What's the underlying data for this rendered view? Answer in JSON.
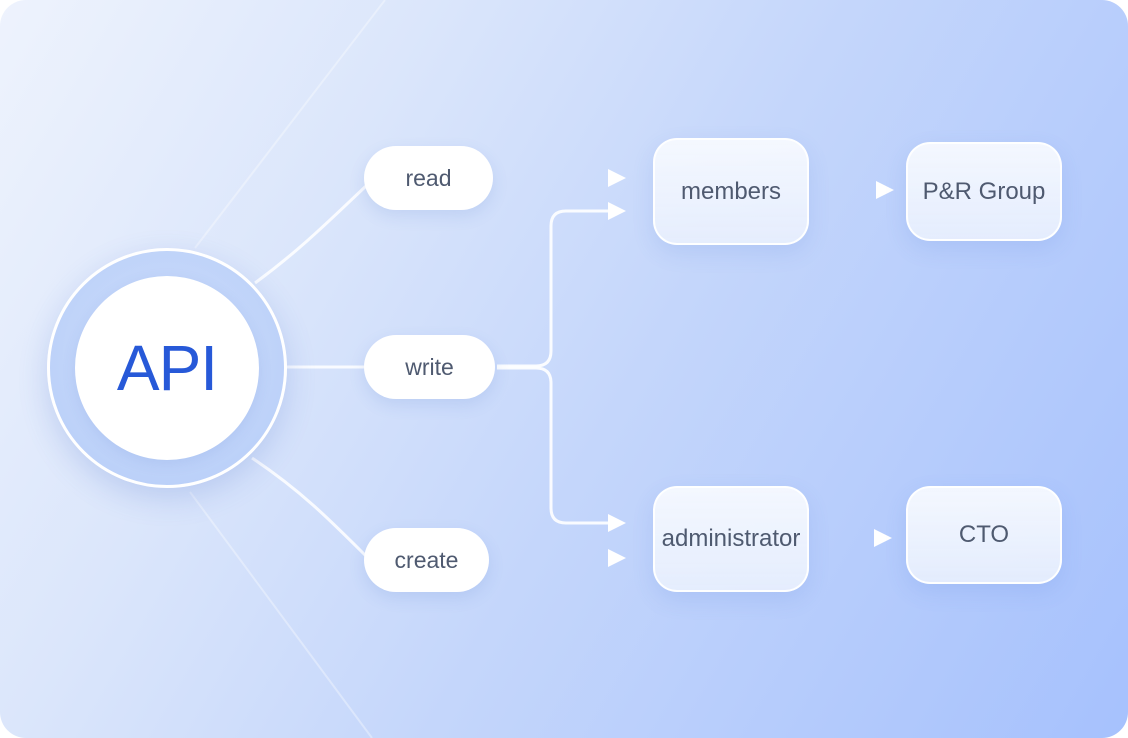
{
  "center": {
    "label": "API"
  },
  "actions": [
    {
      "label": "read"
    },
    {
      "label": "write"
    },
    {
      "label": "create"
    }
  ],
  "roles": [
    {
      "label": "members"
    },
    {
      "label": "administrator"
    }
  ],
  "targets": [
    {
      "label": "P&R Group"
    },
    {
      "label": "CTO"
    }
  ],
  "colors": {
    "accent": "#2759d8",
    "node_text": "#4f5a70",
    "background_start": "#eef3fd",
    "background_end": "#a6c1fd"
  }
}
